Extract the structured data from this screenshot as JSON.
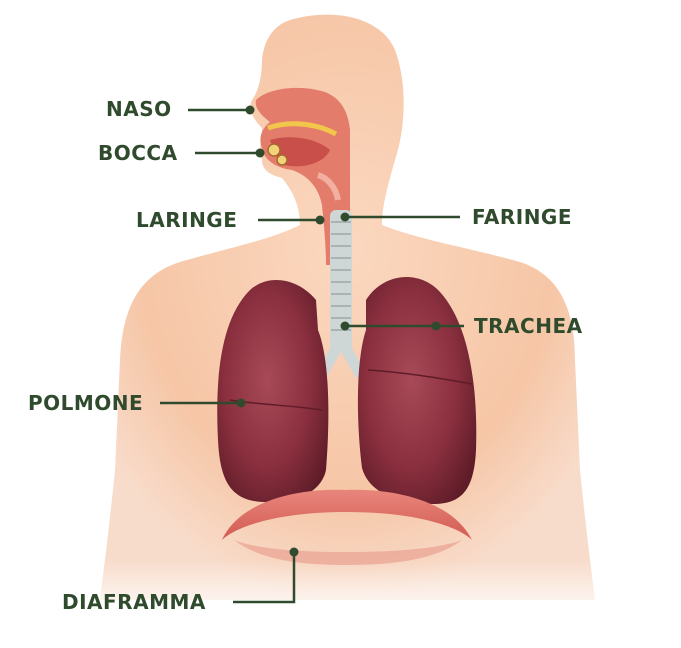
{
  "labels": {
    "naso": "NASO",
    "bocca": "BOCCA",
    "laringe": "LARINGE",
    "faringe": "FARINGE",
    "trachea": "TRACHEA",
    "polmone": "POLMONE",
    "diaframma": "DIAFRAMMA"
  },
  "colors": {
    "label_text": "#2f4a2c",
    "leader_line": "#2f4a2c",
    "skin": "#f6c6a6",
    "lung": "#8a2f3e",
    "diaphragm": "#d8605a",
    "airway": "#e07a66",
    "trachea": "#cfd6d6"
  }
}
